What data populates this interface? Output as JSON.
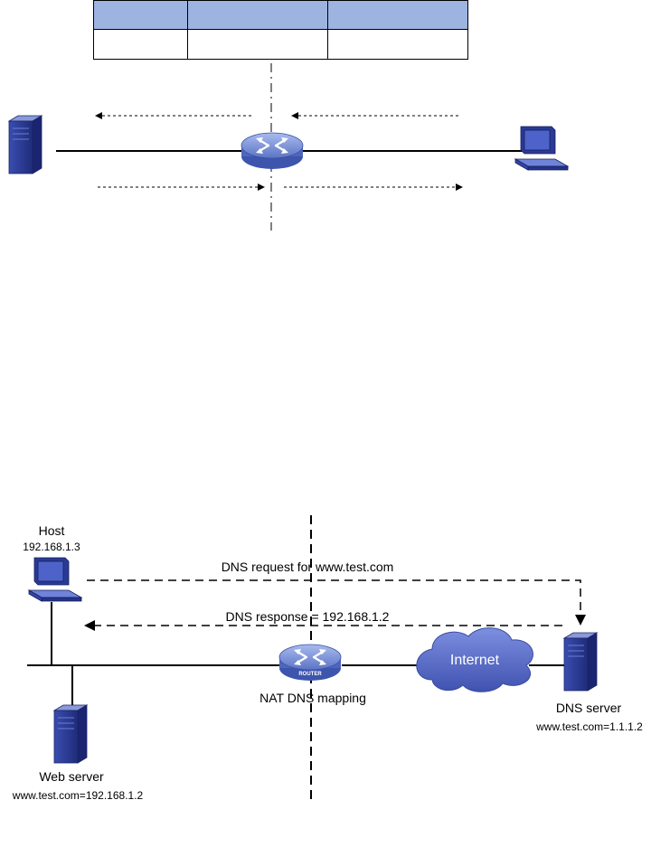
{
  "diagram": {
    "colors": {
      "header_fill": "#9db3e0",
      "device_blue": "#2e3f9a",
      "cloud": "#5a6fc7",
      "router": "#7d95d6"
    },
    "top_table": {
      "headers": [
        "",
        "",
        ""
      ],
      "row": [
        "",
        "",
        ""
      ]
    },
    "bottom": {
      "host_name": "Host",
      "host_ip": "192.168.1.3",
      "dns_request": "DNS request for www.test.com",
      "dns_response": "DNS response = 192.168.1.2",
      "router_badge": "ROUTER",
      "router_label": "NAT DNS mapping",
      "cloud_label": "Internet",
      "dns_server_name": "DNS server",
      "dns_server_record": "www.test.com=1.1.1.2",
      "web_server_name": "Web server",
      "web_server_record": "www.test.com=192.168.1.2"
    },
    "icons": [
      "server-icon",
      "router-icon",
      "pc-icon",
      "cloud-icon"
    ]
  }
}
